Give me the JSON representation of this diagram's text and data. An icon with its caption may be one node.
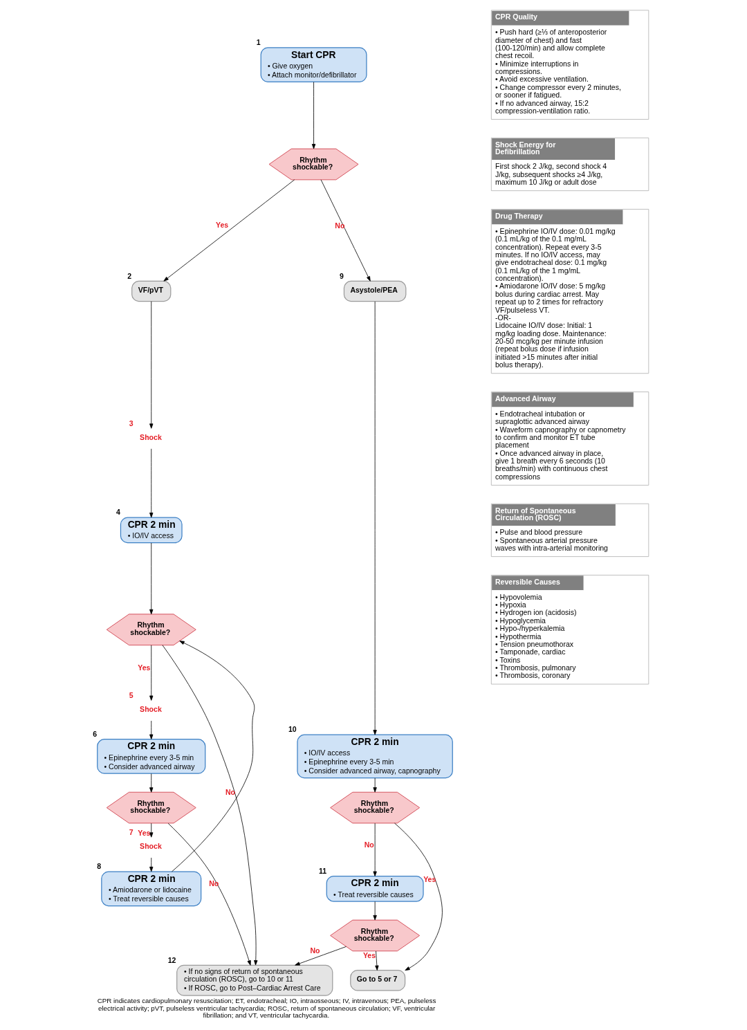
{
  "diagram": {
    "caption": "CPR indicates cardiopulmonary resuscitation; ET, endotracheal; IO, intraosseous; IV, intravenous; PEA, pulseless electrical activity; pVT, pulseless ventricular tachycardia; ROSC, return of spontaneous circulation; VF, ventricular fibrillation; and VT, ventricular tachycardia.",
    "nodes": [
      {
        "text": [
          "Start CPR",
          "• Give oxygen",
          "• Attach monitor/defibrillator"
        ],
        "beside": [
          "1"
        ]
      },
      {
        "text": [
          "Rhythm shockable?"
        ]
      },
      {
        "text": [
          "VF/pVT"
        ],
        "beside": [
          "2"
        ]
      },
      {
        "text": [
          "Asystole/PEA"
        ],
        "beside": [
          "9"
        ]
      },
      {
        "text": [
          "Shock"
        ],
        "beside": [
          "3"
        ]
      },
      {
        "text": [
          "CPR 2 min",
          "• IO/IV access"
        ],
        "beside": [
          "4"
        ]
      },
      {
        "text": [
          "Rhythm shockable?"
        ]
      },
      {
        "text": [
          "Shock"
        ],
        "beside": [
          "5"
        ]
      },
      {
        "text": [
          "CPR 2 min",
          "• Epinephrine every 3-5 min",
          "• Consider advanced airway"
        ],
        "beside": [
          "6"
        ]
      },
      {
        "text": [
          "Rhythm shockable?"
        ]
      },
      {
        "text": [
          "Shock"
        ],
        "beside": [
          "7"
        ]
      },
      {
        "text": [
          "CPR 2 min",
          "• Amiodarone or lidocaine",
          "• Treat reversible causes"
        ],
        "beside": [
          "8"
        ]
      },
      {
        "text": [
          "CPR 2 min",
          "• IO/IV access",
          "• Epinephrine every 3-5 min",
          "• Consider advanced airway, capnography"
        ],
        "beside": [
          "10"
        ]
      },
      {
        "text": [
          "Rhythm shockable?"
        ]
      },
      {
        "text": [
          "CPR 2 min",
          "• Treat reversible causes"
        ],
        "beside": [
          "11"
        ]
      },
      {
        "text": [
          "Rhythm shockable?"
        ]
      },
      {
        "text": [
          "• If no signs of return of spontaneous circulation (ROSC), go to 10 or 11",
          "• If ROSC, go to Post–Cardiac Arrest Care"
        ],
        "beside": [
          "12"
        ]
      },
      {
        "text": [
          "Go to 5 or 7"
        ]
      },
      {
        "text": [
          "CPR Quality",
          "• Push hard (≥⅓ of anteroposterior diameter of chest) and fast (100-120/min) and allow complete chest recoil.",
          "• Minimize interruptions in compressions.",
          "• Avoid excessive ventilation.",
          "• Change compressor every 2 minutes, or sooner if fatigued.",
          "• If no advanced airway, 15:2 compression-ventilation ratio."
        ]
      },
      {
        "text": [
          "Shock Energy for Defibrillation",
          "First shock 2 J/kg, second shock 4 J/kg, subsequent shocks ≥4 J/kg, maximum 10 J/kg or adult dose"
        ]
      },
      {
        "text": [
          "Drug Therapy",
          "• Epinephrine IO/IV dose: 0.01 mg/kg (0.1 mL/kg of the 0.1 mg/mL concentration). Repeat every 3-5 minutes. If no IO/IV access, may give endotracheal dose: 0.1 mg/kg (0.1 mL/kg of the 1 mg/mL concentration).",
          "• Amiodarone IO/IV dose: 5 mg/kg bolus during cardiac arrest. May repeat up to 2 times for refractory VF/pulseless VT.",
          "-OR-",
          "Lidocaine IO/IV dose: Initial: 1 mg/kg loading dose. Maintenance: 20-50 mcg/kg per minute infusion (repeat bolus dose if infusion initiated >15 minutes after initial bolus therapy)."
        ]
      },
      {
        "text": [
          "Advanced Airway",
          "• Endotracheal intubation or supraglottic advanced airway",
          "• Waveform capnography or capnometry to confirm and monitor ET tube placement",
          "• Once advanced airway in place, give 1 breath every 6 seconds (10 breaths/min) with continuous chest compressions"
        ]
      },
      {
        "text": [
          "Return of Spontaneous Circulation (ROSC)",
          "• Pulse and blood pressure",
          "• Spontaneous arterial pressure waves with intra-arterial monitoring"
        ]
      },
      {
        "text": [
          "Reversible Causes",
          "• Hypovolemia",
          "• Hypoxia",
          "• Hydrogen ion (acidosis)",
          "• Hypoglycemia",
          "• Hypo-/hyperkalemia",
          "• Hypothermia",
          "• Tension pneumothorax",
          "• Tamponade, cardiac",
          "• Toxins",
          "• Thrombosis, pulmonary",
          "• Thrombosis, coronary"
        ]
      }
    ],
    "edges": [
      {
        "from": 0,
        "to": 1,
        "arrow": "to"
      },
      {
        "from": 1,
        "to": 2,
        "arrow": "to",
        "label": "Yes"
      },
      {
        "from": 1,
        "to": 3,
        "arrow": "to",
        "label": "No"
      },
      {
        "from": 2,
        "to": 4,
        "arrow": "to"
      },
      {
        "from": 4,
        "to": 5,
        "arrow": "to"
      },
      {
        "from": 5,
        "to": 6,
        "arrow": "to"
      },
      {
        "from": 6,
        "to": 7,
        "arrow": "to",
        "label": "Yes"
      },
      {
        "from": 6,
        "to": 16,
        "arrow": "to",
        "label": "No"
      },
      {
        "from": 7,
        "to": 8,
        "arrow": "to"
      },
      {
        "from": 8,
        "to": 9,
        "arrow": "to"
      },
      {
        "from": 9,
        "to": 10,
        "arrow": "to",
        "label": "Yes"
      },
      {
        "from": 9,
        "to": 16,
        "arrow": "to",
        "label": "No"
      },
      {
        "from": 10,
        "to": 11,
        "arrow": "to"
      },
      {
        "from": 11,
        "to": 6,
        "arrow": "to"
      },
      {
        "from": 3,
        "to": 12,
        "arrow": "to"
      },
      {
        "from": 12,
        "to": 13,
        "arrow": "to"
      },
      {
        "from": 13,
        "to": 14,
        "arrow": "to",
        "label": "No"
      },
      {
        "from": 13,
        "to": 17,
        "arrow": "to",
        "label": "Yes"
      },
      {
        "from": 14,
        "to": 15,
        "arrow": "to"
      },
      {
        "from": 15,
        "to": 16,
        "arrow": "to",
        "label": "No"
      },
      {
        "from": 15,
        "to": 17,
        "arrow": "to",
        "label": "Yes"
      }
    ]
  }
}
